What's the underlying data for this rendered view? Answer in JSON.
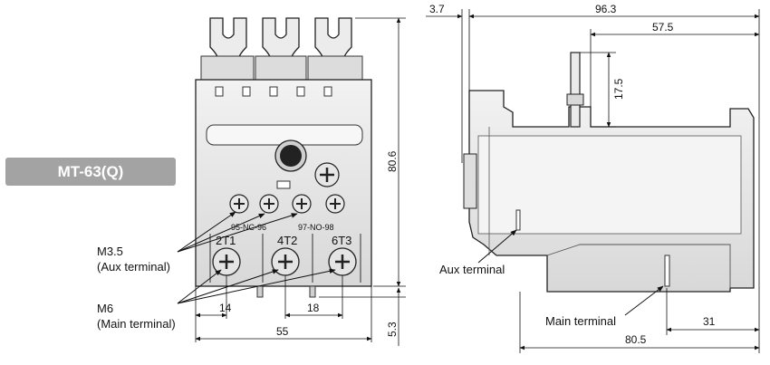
{
  "model": "MT-63(Q)",
  "front_view": {
    "terminal_labels": [
      "2T1",
      "4T2",
      "6T3"
    ],
    "aux_contact_labels": [
      "95-NC-96",
      "97-NO-98"
    ],
    "dimensions": {
      "pitch_left": "14",
      "pitch_right": "18",
      "width": "55",
      "height": "80.6",
      "bottom_offset": "5.3"
    },
    "callouts": {
      "aux_screw": "M3.5",
      "aux_name": "(Aux terminal)",
      "main_screw": "M6",
      "main_name": "(Main terminal)"
    }
  },
  "side_view": {
    "dimensions": {
      "offset": "3.7",
      "overall_depth": "96.3",
      "top_depth": "57.5",
      "pin_height": "17.5",
      "bottom_depth": "80.5",
      "main_terminal_depth": "31"
    },
    "callouts": {
      "aux_terminal": "Aux terminal",
      "main_terminal": "Main terminal"
    }
  }
}
